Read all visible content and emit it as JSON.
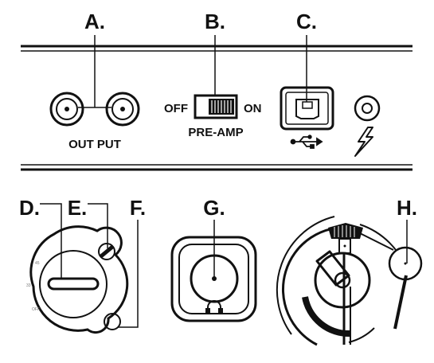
{
  "callouts": {
    "a": "A.",
    "b": "B.",
    "c": "C.",
    "d": "D.",
    "e": "E.",
    "f": "F.",
    "g": "G.",
    "h": "H."
  },
  "panel": {
    "output_label": "OUT PUT",
    "switch_off": "OFF",
    "switch_on": "ON",
    "switch_name": "PRE-AMP"
  },
  "speed_dial": {
    "mark_45": "45",
    "mark_33": "33",
    "mark_off": "OFF"
  },
  "icons": [
    "rca-jack-icon",
    "slide-switch-icon",
    "usb-b-port-icon",
    "usb-symbol-icon",
    "dc-power-jack-icon",
    "lightning-icon",
    "speed-dial-icon",
    "headphone-icon",
    "tonearm-icon"
  ]
}
